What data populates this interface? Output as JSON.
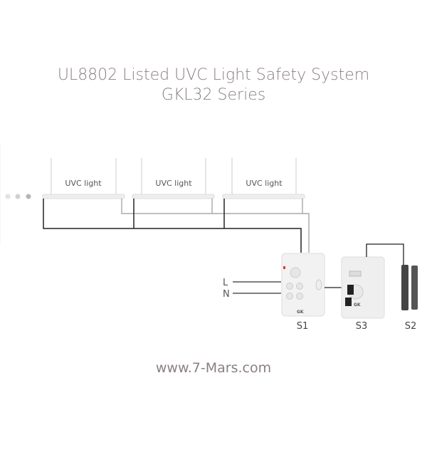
{
  "title": {
    "line1": "UL8802 Listed UVC Light Safety System",
    "line2": "GKL32 Series"
  },
  "lights": [
    {
      "label": "UVC light"
    },
    {
      "label": "UVC light"
    },
    {
      "label": "UVC light"
    }
  ],
  "inputs": {
    "L": "L",
    "N": "N"
  },
  "devices": {
    "s1": "S1",
    "s3": "S3",
    "s2": "S2",
    "brand": "GK"
  },
  "website": "www.7-Mars.com",
  "colors": {
    "text": "#8a7f80",
    "wire_black": "#222222",
    "wire_gray": "#999999",
    "led": "#e8323c"
  }
}
